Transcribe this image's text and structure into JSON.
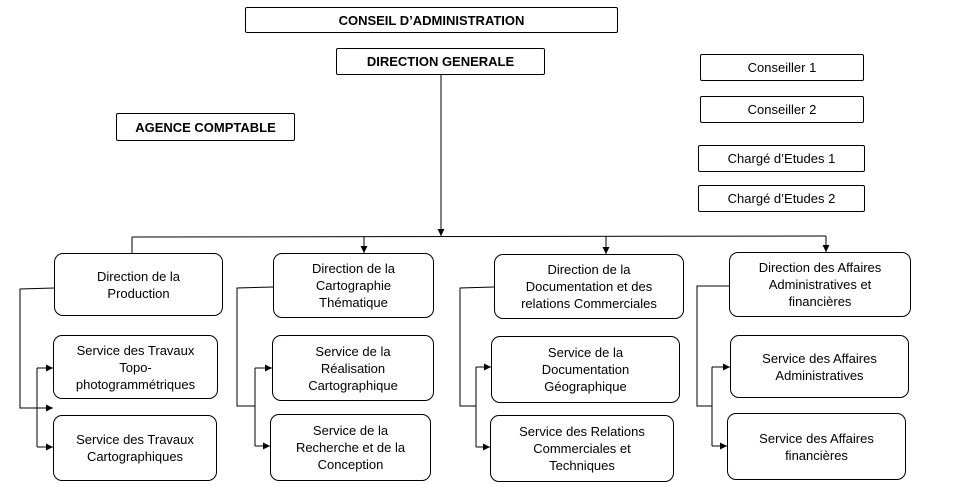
{
  "top": {
    "board": "CONSEIL D’ADMINISTRATION",
    "general": "DIRECTION GENERALE",
    "agency": "AGENCE COMPTABLE"
  },
  "advisors": [
    "Conseiller 1",
    "Conseiller 2",
    "Chargé d’Etudes 1",
    "Chargé d’Etudes 2"
  ],
  "directions": [
    {
      "label": "Direction de la Production",
      "services": [
        "Service des Travaux Topo-photogrammétriques",
        "Service des Travaux Cartographiques"
      ]
    },
    {
      "label": "Direction de la Cartographie Thématique",
      "services": [
        "Service de la Réalisation Cartographique",
        "Service de la Recherche et de la Conception"
      ]
    },
    {
      "label": "Direction de la Documentation et des relations Commerciales",
      "services": [
        "Service de la Documentation Géographique",
        "Service des Relations Commerciales et Techniques"
      ]
    },
    {
      "label": "Direction des Affaires Administratives et financières",
      "services": [
        "Service des Affaires Administratives",
        "Service des Affaires financières"
      ]
    }
  ]
}
